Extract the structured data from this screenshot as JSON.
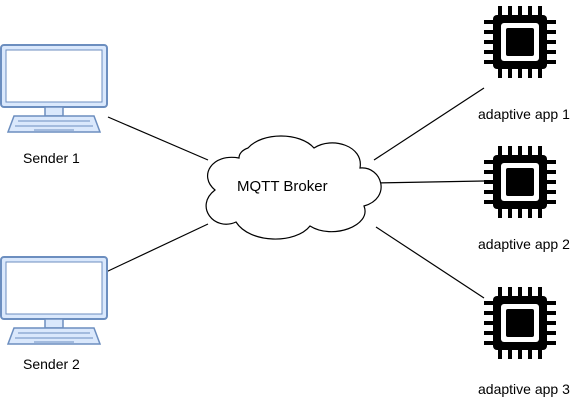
{
  "diagram": {
    "broker": {
      "label": "MQTT Broker",
      "icon": "cloud-icon"
    },
    "senders": [
      {
        "label": "Sender 1",
        "icon": "desktop-monitor-icon"
      },
      {
        "label": "Sender 2",
        "icon": "desktop-monitor-icon"
      }
    ],
    "apps": [
      {
        "label": "adaptive app 1",
        "icon": "chip-icon"
      },
      {
        "label": "adaptive app 2",
        "icon": "chip-icon"
      },
      {
        "label": "adaptive app 3",
        "icon": "chip-icon"
      }
    ],
    "colors": {
      "monitor_fill": "#dae8fc",
      "monitor_stroke": "#6c8ebf",
      "chip": "#000000",
      "line": "#000000"
    }
  }
}
